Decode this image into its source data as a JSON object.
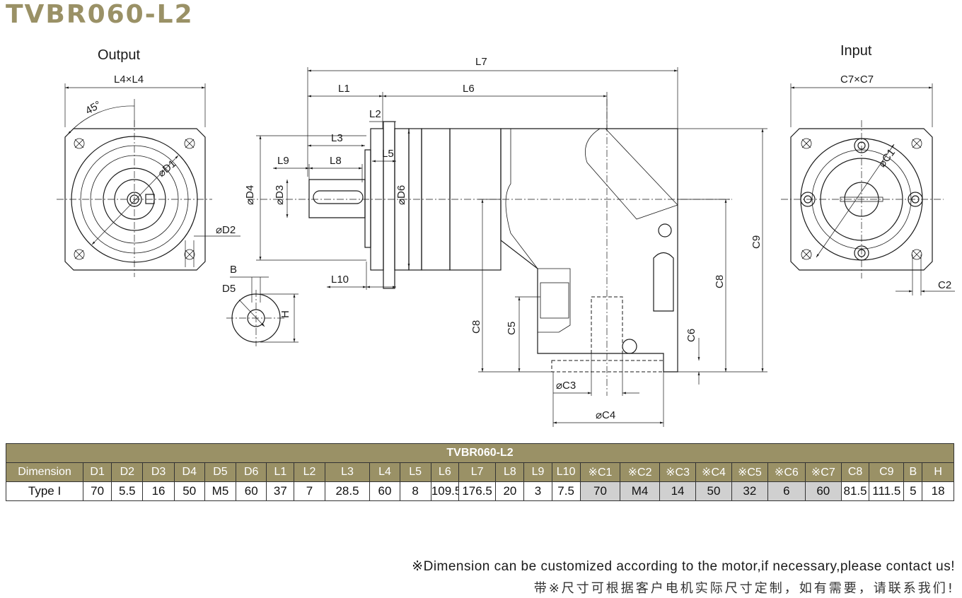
{
  "title": "TVBR060-L2",
  "views": {
    "output_label": "Output",
    "input_label": "Input",
    "labels": {
      "L4xL4": "L4×L4",
      "angle": "45°",
      "D1": "⌀D1",
      "D2": "⌀D2",
      "B": "B",
      "D5": "D5",
      "H": "H",
      "L7": "L7",
      "L1": "L1",
      "L6": "L6",
      "L2": "L2",
      "L3": "L3",
      "L5": "L5",
      "L9": "L9",
      "L8": "L8",
      "L10": "L10",
      "D4": "⌀D4",
      "D3": "⌀D3",
      "D6": "⌀D6",
      "C8": "C8",
      "C5": "C5",
      "C6": "C6",
      "C9": "C9",
      "C3": "⌀C3",
      "C4": "⌀C4",
      "C7xC7": "C7×C7",
      "C1": "⌀C1",
      "C2": "C2"
    }
  },
  "table": {
    "caption": "TVBR060-L2",
    "headers": [
      "Dimension",
      "D1",
      "D2",
      "D3",
      "D4",
      "D5",
      "D6",
      "L1",
      "L2",
      "L3",
      "L4",
      "L5",
      "L6",
      "L7",
      "L8",
      "L9",
      "L10",
      "※C1",
      "※C2",
      "※C3",
      "※C4",
      "※C5",
      "※C6",
      "※C7",
      "C8",
      "C9",
      "B",
      "H"
    ],
    "rows": [
      [
        "Type I",
        "70",
        "5.5",
        "16",
        "50",
        "M5",
        "60",
        "37",
        "7",
        "28.5",
        "60",
        "8",
        "109.5",
        "176.5",
        "20",
        "3",
        "7.5",
        "70",
        "M4",
        "14",
        "50",
        "32",
        "6",
        "60",
        "81.5",
        "111.5",
        "5",
        "18"
      ]
    ]
  },
  "notes": {
    "en": "※Dimension can be customized according to the motor,if necessary,please contact us!",
    "cn": "带※尺寸可根据客户电机实际尺寸定制，如有需要，请联系我们!"
  }
}
